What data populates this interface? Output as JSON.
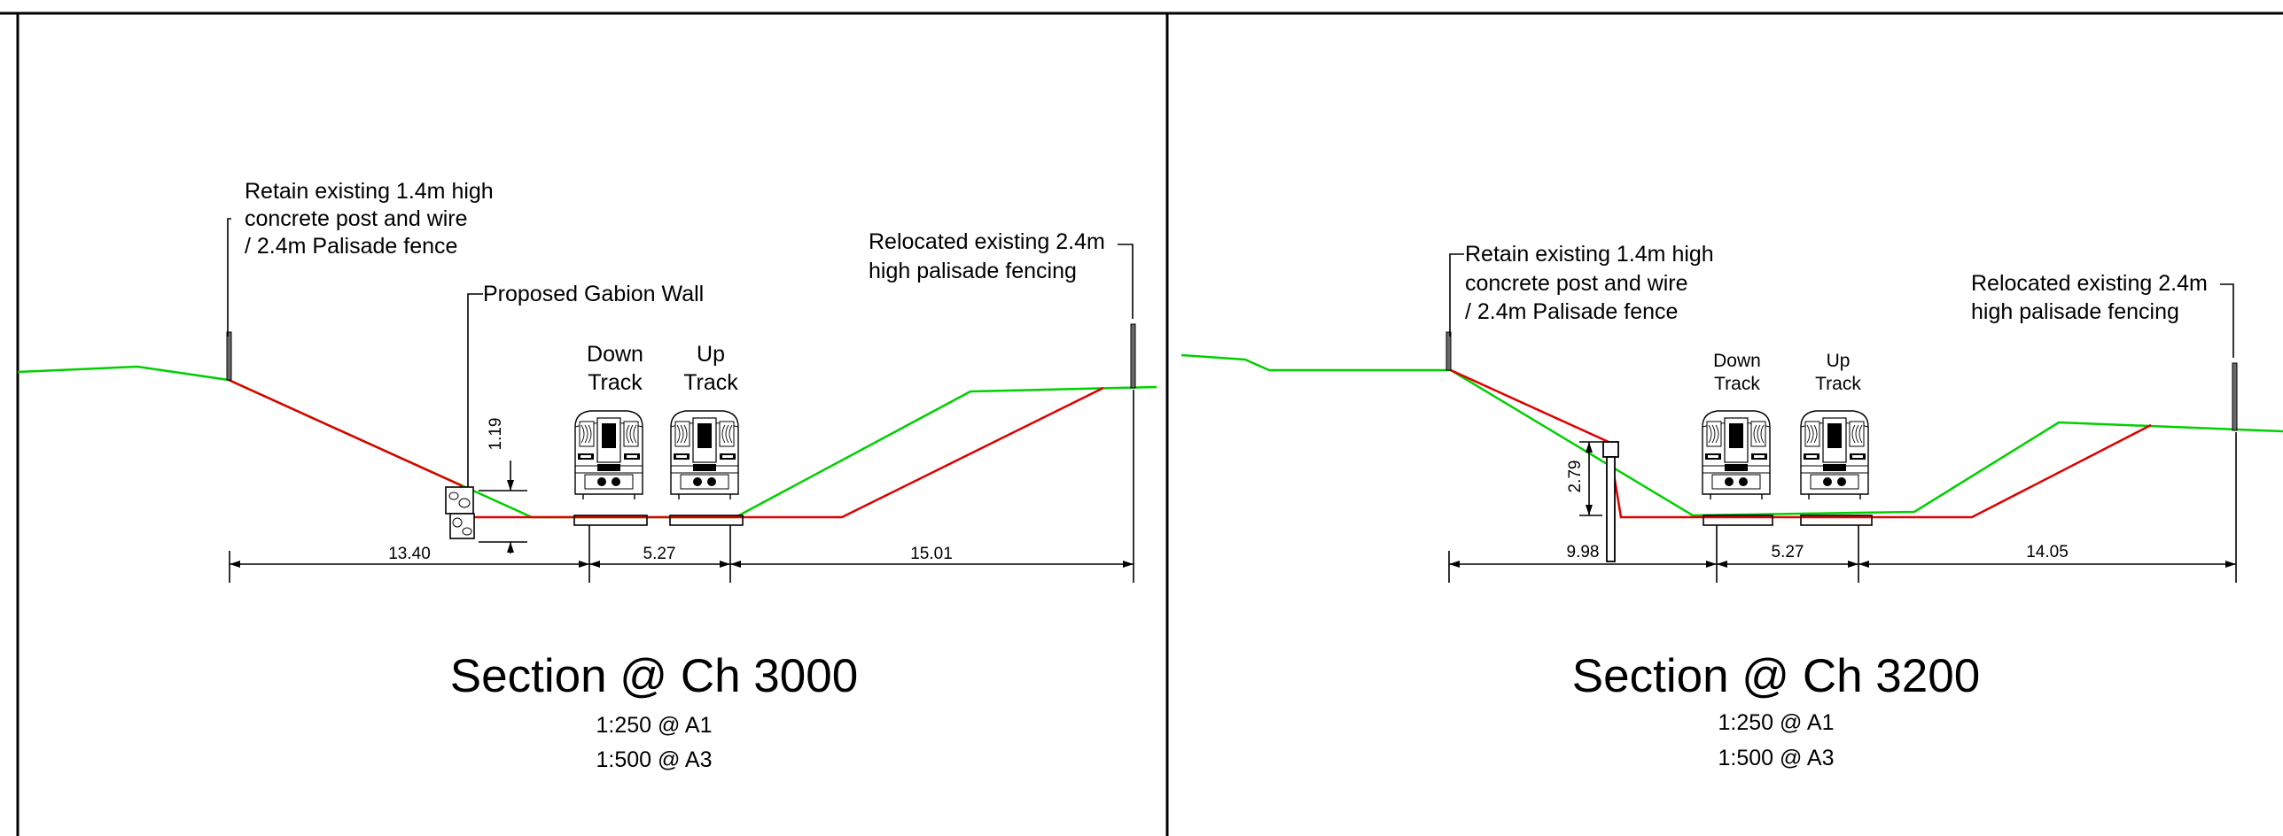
{
  "sections": [
    {
      "title": "Section @ Ch 3000",
      "scales": [
        "1:250 @ A1",
        "1:500 @ A3"
      ],
      "notes": {
        "retain_fence": [
          "Retain existing 1.4m high",
          "concrete post and wire",
          "/ 2.4m Palisade fence"
        ],
        "relocated_fence": [
          "Relocated existing 2.4m",
          "high palisade fencing"
        ],
        "gabion": "Proposed Gabion Wall"
      },
      "tracks": {
        "down": [
          "Down",
          "Track"
        ],
        "up": [
          "Up",
          "Track"
        ]
      },
      "dimensions": {
        "left": "13.40",
        "middle": "5.27",
        "right": "15.01",
        "height": "1.19"
      }
    },
    {
      "title": "Section @ Ch 3200",
      "scales": [
        "1:250 @ A1",
        "1:500 @ A3"
      ],
      "notes": {
        "retain_fence": [
          "Retain existing 1.4m high",
          "concrete post and wire",
          "/ 2.4m Palisade fence"
        ],
        "relocated_fence": [
          "Relocated existing 2.4m",
          "high palisade fencing"
        ]
      },
      "tracks": {
        "down": [
          "Down",
          "Track"
        ],
        "up": [
          "Up",
          "Track"
        ]
      },
      "dimensions": {
        "left": "9.98",
        "middle": "5.27",
        "right": "14.05",
        "height": "2.79"
      }
    }
  ],
  "colors": {
    "existing_ground": "#00d000",
    "proposed_ground": "#e00000",
    "linework": "#000000"
  }
}
